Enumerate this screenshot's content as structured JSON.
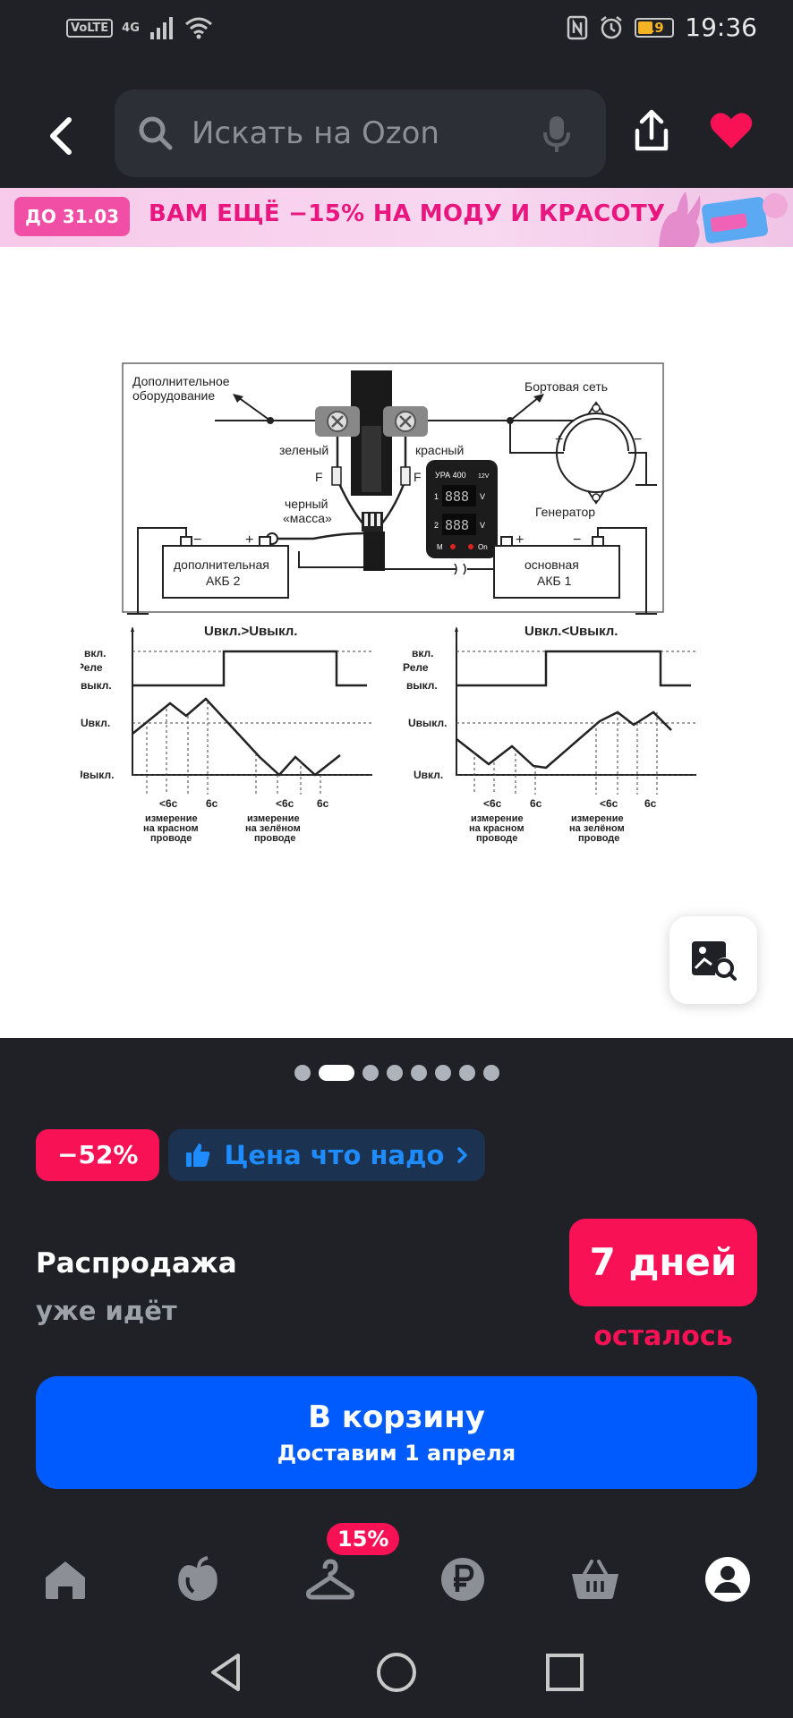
{
  "status_bar": {
    "volte": "VoLTE",
    "network": "4G",
    "battery": "19",
    "time": "19:36"
  },
  "search": {
    "placeholder": "Искать на Ozon"
  },
  "promo": {
    "date": "ДО 31.03",
    "text": "ВАМ ЕЩЁ −15% НА МОДУ И КРАСОТУ"
  },
  "diagram": {
    "extra_equipment": [
      "Дополнительное",
      "оборудование"
    ],
    "onboard": "Бортовая сеть",
    "green": "зеленый",
    "red": "красный",
    "black": [
      "черный",
      "«масса»"
    ],
    "fuse": "F",
    "device": "УРА 400",
    "device_v": "12V",
    "display": "888",
    "volt": "V",
    "ch1": "1",
    "ch2": "2",
    "m": "M",
    "on": "On",
    "generator": "Генератор",
    "battery2": [
      "дополнительная",
      "АКБ 2"
    ],
    "battery1": [
      "основная",
      "АКБ 1"
    ],
    "plus": "+",
    "minus": "−"
  },
  "chart_data": [
    {
      "type": "line",
      "title": "Uвкл.>Uвыкл.",
      "ylabels": [
        "вкл.",
        "Реле",
        "выкл.",
        "Uвкл.",
        "Uвыкл."
      ],
      "xlabels": [
        "<6с",
        "6с",
        "<6с",
        "6с"
      ],
      "annotations": [
        [
          "измерение",
          "на красном",
          "проводе"
        ],
        [
          "измерение",
          "на зелёном",
          "проводе"
        ]
      ]
    },
    {
      "type": "line",
      "title": "Uвкл.<Uвыкл.",
      "ylabels": [
        "вкл.",
        "Реле",
        "выкл.",
        "Uвыкл.",
        "Uвкл."
      ],
      "xlabels": [
        "<6с",
        "6с",
        "<6с",
        "6с"
      ],
      "annotations": [
        [
          "измерение",
          "на красном",
          "проводе"
        ],
        [
          "измерение",
          "на зелёном",
          "проводе"
        ]
      ]
    }
  ],
  "gallery": {
    "total": 8,
    "active": 1
  },
  "badges": {
    "discount": "−52%",
    "price_label": "Цена что надо"
  },
  "sale": {
    "title": "Распродажа",
    "subtitle": "уже идёт",
    "days": "7 дней",
    "left": "осталось"
  },
  "cart": {
    "title": "В корзину",
    "subtitle": "Доставим 1 апреля"
  },
  "nav": {
    "badge": "15%"
  },
  "colors": {
    "accent_blue": "#005bff",
    "accent_red": "#f91155",
    "background": "#1f2127"
  }
}
